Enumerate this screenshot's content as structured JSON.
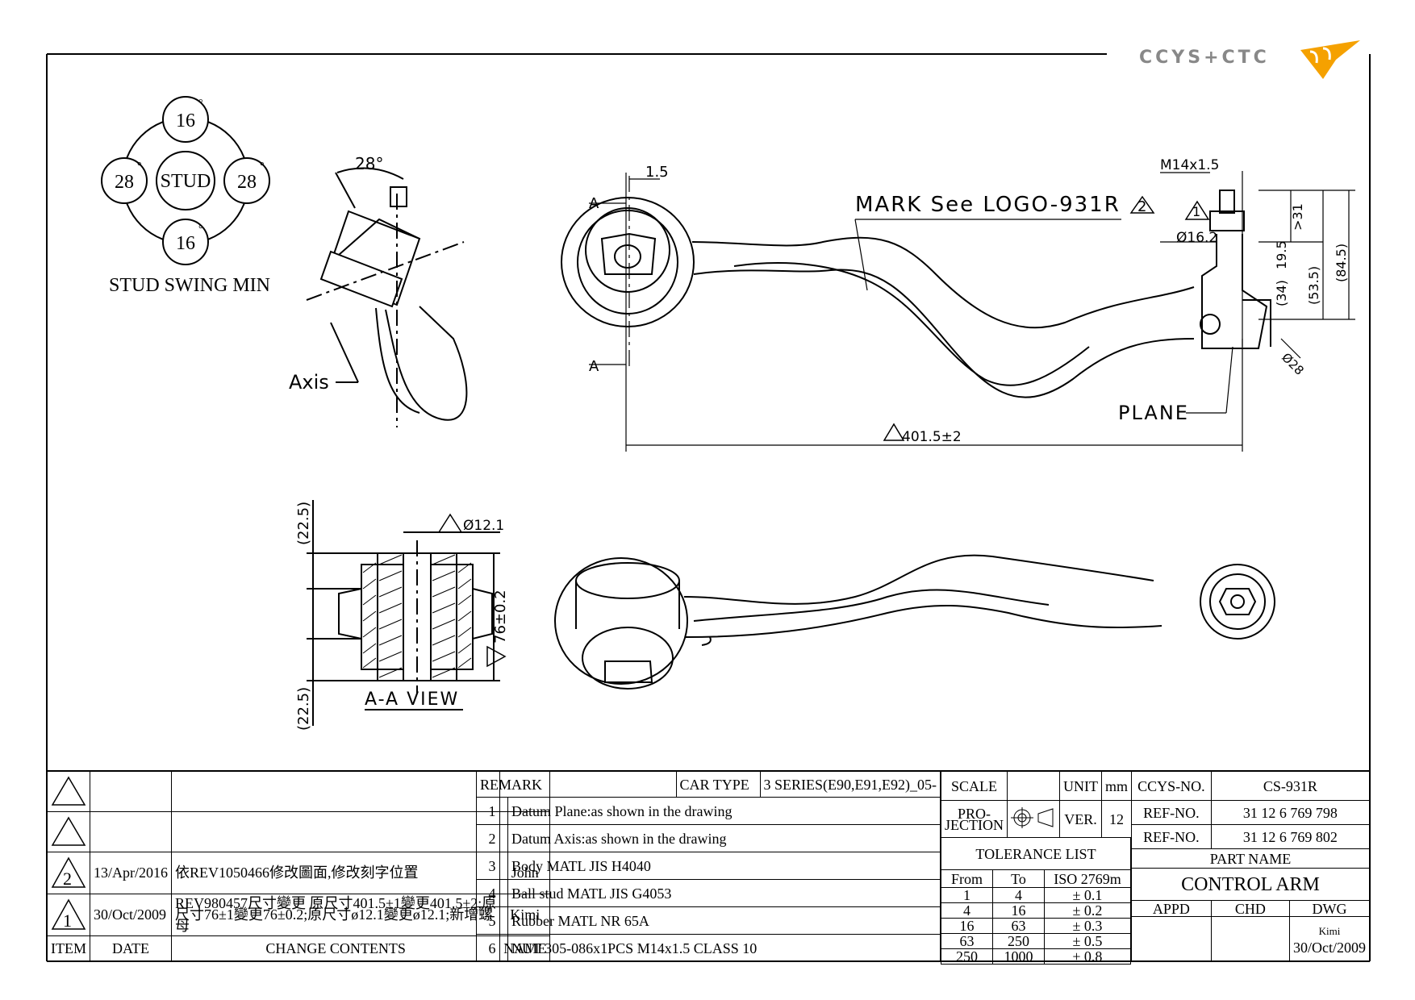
{
  "logo": {
    "text": "CCYS+CTC"
  },
  "stud_swing": {
    "title": "STUD SWING MIN",
    "center": "STUD",
    "top": "16",
    "bottom": "16",
    "left": "28",
    "right": "28",
    "degree": "°"
  },
  "dims": {
    "angle": "28°",
    "axis": "Axis",
    "offset": "1.5",
    "section_a_top": "A",
    "section_a_bottom": "A",
    "mark": "MARK See LOGO-931R",
    "mark_rev": "2",
    "thread": "M14x1.5",
    "rev1": "1",
    "d16": "Ø16.2",
    "d31": ">31",
    "d195": "19.5",
    "d34": "(34)",
    "d535": "(53.5)",
    "d845": "(84.5)",
    "d28": "Ø28",
    "plane": "PLANE",
    "length": "401.5±2",
    "d225_top": "(22.5)",
    "d225_bottom": "(22.5)",
    "d121": "Ø12.1",
    "d76": "76±0.2",
    "aa_view": "A-A VIEW"
  },
  "changes": {
    "rows": [
      {
        "item": "",
        "date": "",
        "contents": "",
        "name": ""
      },
      {
        "item": "",
        "date": "",
        "contents": "",
        "name": ""
      },
      {
        "item": "2",
        "date": "13/Apr/2016",
        "contents": "依REV1050466修改圖面,修改刻字位置",
        "name": "John"
      },
      {
        "item": "1",
        "date": "30/Oct/2009",
        "contents1": "REV980457尺寸變更 原尺寸401.5±1變更401.5±2;原",
        "contents2": "尺寸76±1變更76±0.2;原尺寸ø12.1變更ø12.1;新增螺",
        "contents3": "母",
        "name": "Kimi"
      }
    ],
    "headers": {
      "item": "ITEM",
      "date": "DATE",
      "contents": "CHANGE CONTENTS",
      "name": "NAME"
    }
  },
  "remark": {
    "header": "REMARK",
    "car_type_label": "CAR TYPE",
    "car_type": "3 SERIES(E90,E91,E92)_05-",
    "items": [
      {
        "no": "1",
        "text": "Datum Plane:as shown in the drawing"
      },
      {
        "no": "2",
        "text": "Datum Axis:as shown in the drawing"
      },
      {
        "no": "3",
        "text": "Body MATL JIS H4040"
      },
      {
        "no": "4",
        "text": "Ball stud MATL JIS G4053"
      },
      {
        "no": "5",
        "text": "Rubber MATL NR 65A"
      },
      {
        "no": "6",
        "text": "NUT 305-086x1PCS M14x1.5 CLASS 10"
      }
    ]
  },
  "specs": {
    "scale_label": "SCALE",
    "scale": "",
    "unit_label": "UNIT",
    "unit": "mm",
    "projection_label1": "PRO-",
    "projection_label2": "JECTION",
    "ver_label": "VER.",
    "ver": "12",
    "tolerance_title": "TOLERANCE LIST",
    "tol_headers": {
      "from": "From",
      "to": "To",
      "iso": "ISO 2769m"
    },
    "tolerances": [
      {
        "from": "1",
        "to": "4",
        "tol": "± 0.1"
      },
      {
        "from": "4",
        "to": "16",
        "tol": "± 0.2"
      },
      {
        "from": "16",
        "to": "63",
        "tol": "± 0.3"
      },
      {
        "from": "63",
        "to": "250",
        "tol": "± 0.5"
      },
      {
        "from": "250",
        "to": "1000",
        "tol": "± 0.8"
      }
    ]
  },
  "ids": {
    "ccys_label": "CCYS-NO.",
    "ccys": "CS-931R",
    "ref1_label": "REF-NO.",
    "ref1": "31 12 6 769 798",
    "ref2_label": "REF-NO.",
    "ref2": "31 12 6 769 802",
    "part_name_label": "PART NAME",
    "part_name": "CONTROL ARM",
    "appd": "APPD",
    "chd": "CHD",
    "dwg": "DWG",
    "drawn_by": "Kimi",
    "drawn_date": "30/Oct/2009"
  },
  "colors": {
    "logo_orange": "#f5a100",
    "logo_gray": "#888888"
  }
}
